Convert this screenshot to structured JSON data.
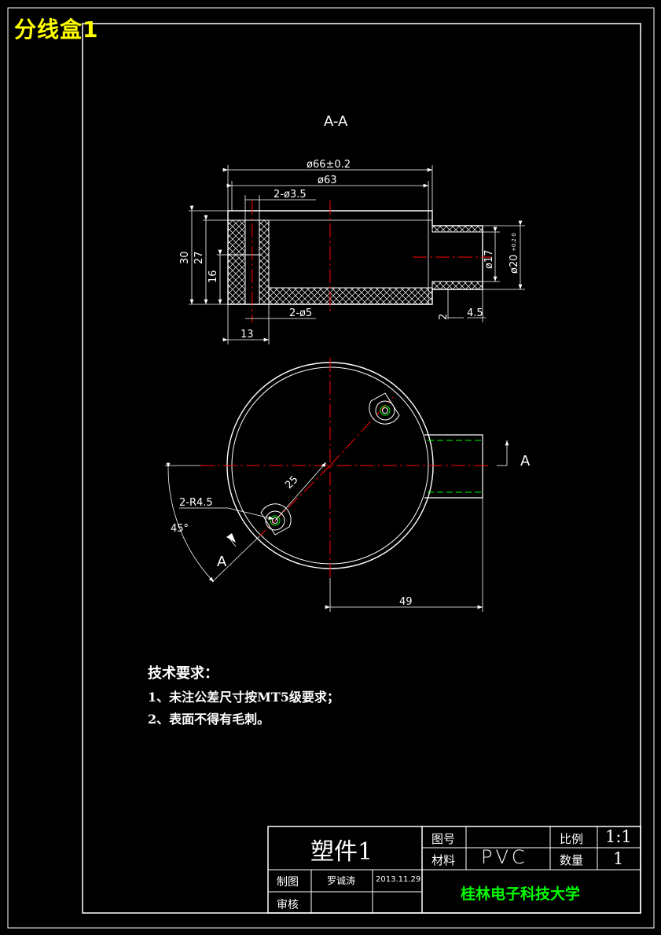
{
  "drawing_title": "分线盒1",
  "section_label": "A-A",
  "dimensions": {
    "outer_dia": "ø66±0.2",
    "inner_dia": "ø63",
    "hole_small": "2-ø3.5",
    "hole_large": "2-ø5",
    "height_total": "30",
    "height_inner": "27",
    "height_boss": "16",
    "boss_width": "13",
    "tube_inner": "ø17",
    "tube_outer": "ø20",
    "tube_outer_tol": "+0.2 0",
    "wall": "2",
    "tube_len": "4.5",
    "radius": "25",
    "boss_radius": "2-R4.5",
    "angle": "45°",
    "offset": "49",
    "view_a": "A"
  },
  "notes": {
    "heading": "技术要求：",
    "line1": "1、未注公差尺寸按MT5级要求；",
    "line2": "2、表面不得有毛刺。"
  },
  "title_block": {
    "part_name": "塑件1",
    "drawing_no_label": "图号",
    "material_label": "材料",
    "material": "PVC",
    "scale_label": "比例",
    "scale": "1:1",
    "quantity_label": "数量",
    "quantity": "1",
    "drawn_label": "制图",
    "drawn_by": "罗诚涛",
    "date": "2013.11.29",
    "checked_label": "审核",
    "school": "桂林电子科技大学"
  },
  "colors": {
    "background": "#000000",
    "lines": "#ffffff",
    "centerline": "#ff0000",
    "hidden": "#00ff00",
    "title": "#ffff00",
    "school": "#00ff00"
  }
}
